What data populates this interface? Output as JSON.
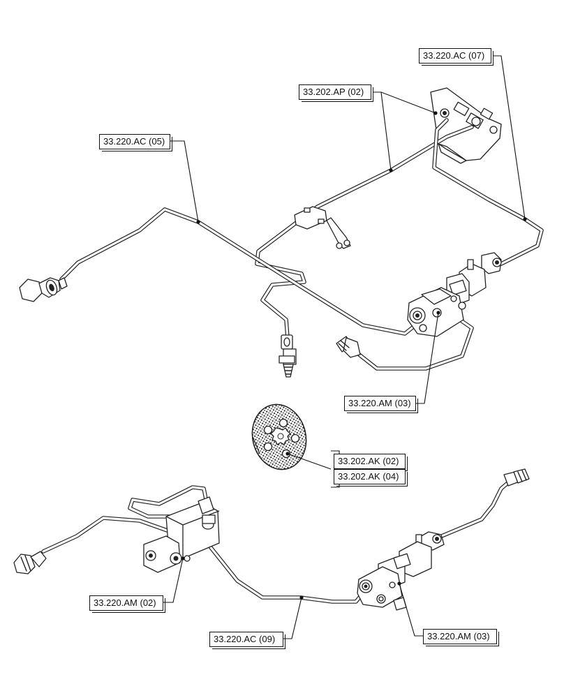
{
  "callouts": {
    "c1": "33.220.AC (07)",
    "c2": "33.202.AP (02)",
    "c3": "33.220.AC (05)",
    "c4": "33.220.AM (03)",
    "c5": "33.202.AK (02)",
    "c6": "33.202.AK (04)",
    "c7": "33.220.AM (02)",
    "c8": "33.220.AC (09)",
    "c9": "33.220.AM (03)"
  },
  "colors": {
    "line": "#222222",
    "background": "#ffffff"
  },
  "icons": {
    "brake-disc": "brake-friction-disc-icon",
    "valve": "brake-valve-icon",
    "bracket": "mounting-bracket-icon",
    "coupler": "quick-coupler-icon"
  }
}
